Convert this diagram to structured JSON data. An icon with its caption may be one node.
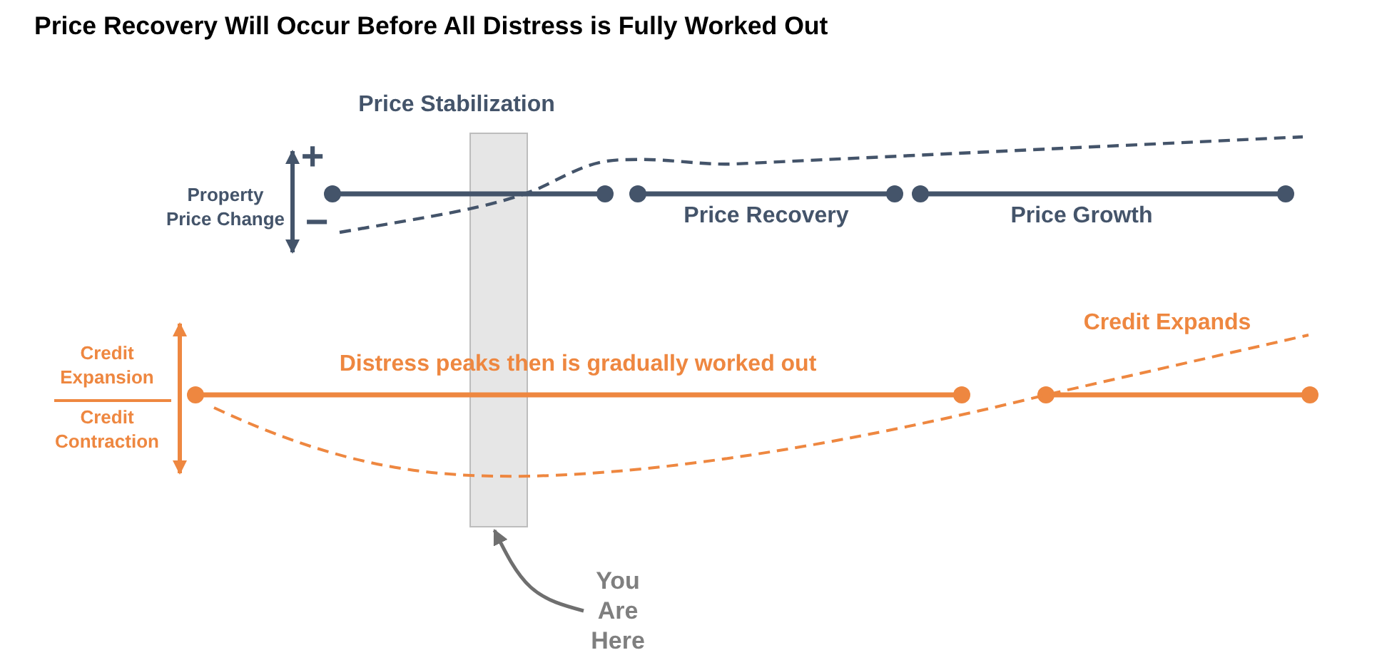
{
  "diagram": {
    "title": "Price Recovery Will Occur Before All Distress is Fully Worked Out",
    "nodes": [
      {
        "text": [
          "Price Stabilization"
        ]
      },
      {
        "text": [
          "You Are Here"
        ]
      }
    ],
    "edges": [
      {
        "from": 1,
        "to": 0,
        "arrow": "to"
      }
    ],
    "labels": [
      "+",
      "Property Price Change",
      "−",
      "Price Recovery",
      "Price Growth",
      "Credit Expands",
      "Credit Expansion",
      "Distress peaks then is gradually worked out",
      "Credit Contraction"
    ]
  }
}
